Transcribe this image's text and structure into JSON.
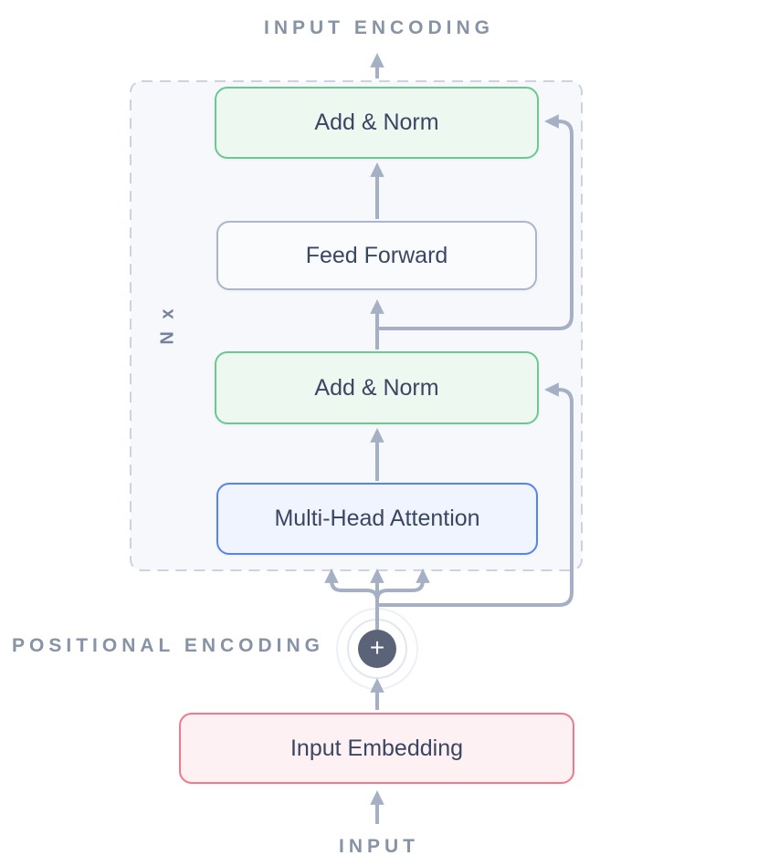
{
  "diagram": {
    "top_label": "INPUT ENCODING",
    "bottom_label": "INPUT",
    "positional_label": "POSITIONAL ENCODING",
    "repeat_label": "N x",
    "plus_symbol": "+",
    "blocks": {
      "add_norm_top": "Add & Norm",
      "feed_forward": "Feed Forward",
      "add_norm_bottom": "Add & Norm",
      "multi_head_attention": "Multi-Head Attention",
      "input_embedding": "Input Embedding"
    }
  },
  "colors": {
    "line": "#A6B0C4",
    "caps-text": "#8793A6",
    "repeat-text": "#76829B",
    "box-text": "#3B4662",
    "green-border": "#6CC890",
    "green-fill": "#EDF8F1",
    "slate-border": "#ACB6CB",
    "slate-fill": "#FAFBFD",
    "blue-border": "#5585EC",
    "blue-fill": "#EFF4FE",
    "rose-border": "#F0798D",
    "rose-fill": "#FDF1F4",
    "container-fill": "#F7F8FB",
    "container-dash": "#CBD2E0",
    "plus-bg": "#5A6378",
    "plus-text": "#FFFFFF",
    "halo": "#E2E7EF",
    "halo-faint": "#EDF0F6"
  }
}
